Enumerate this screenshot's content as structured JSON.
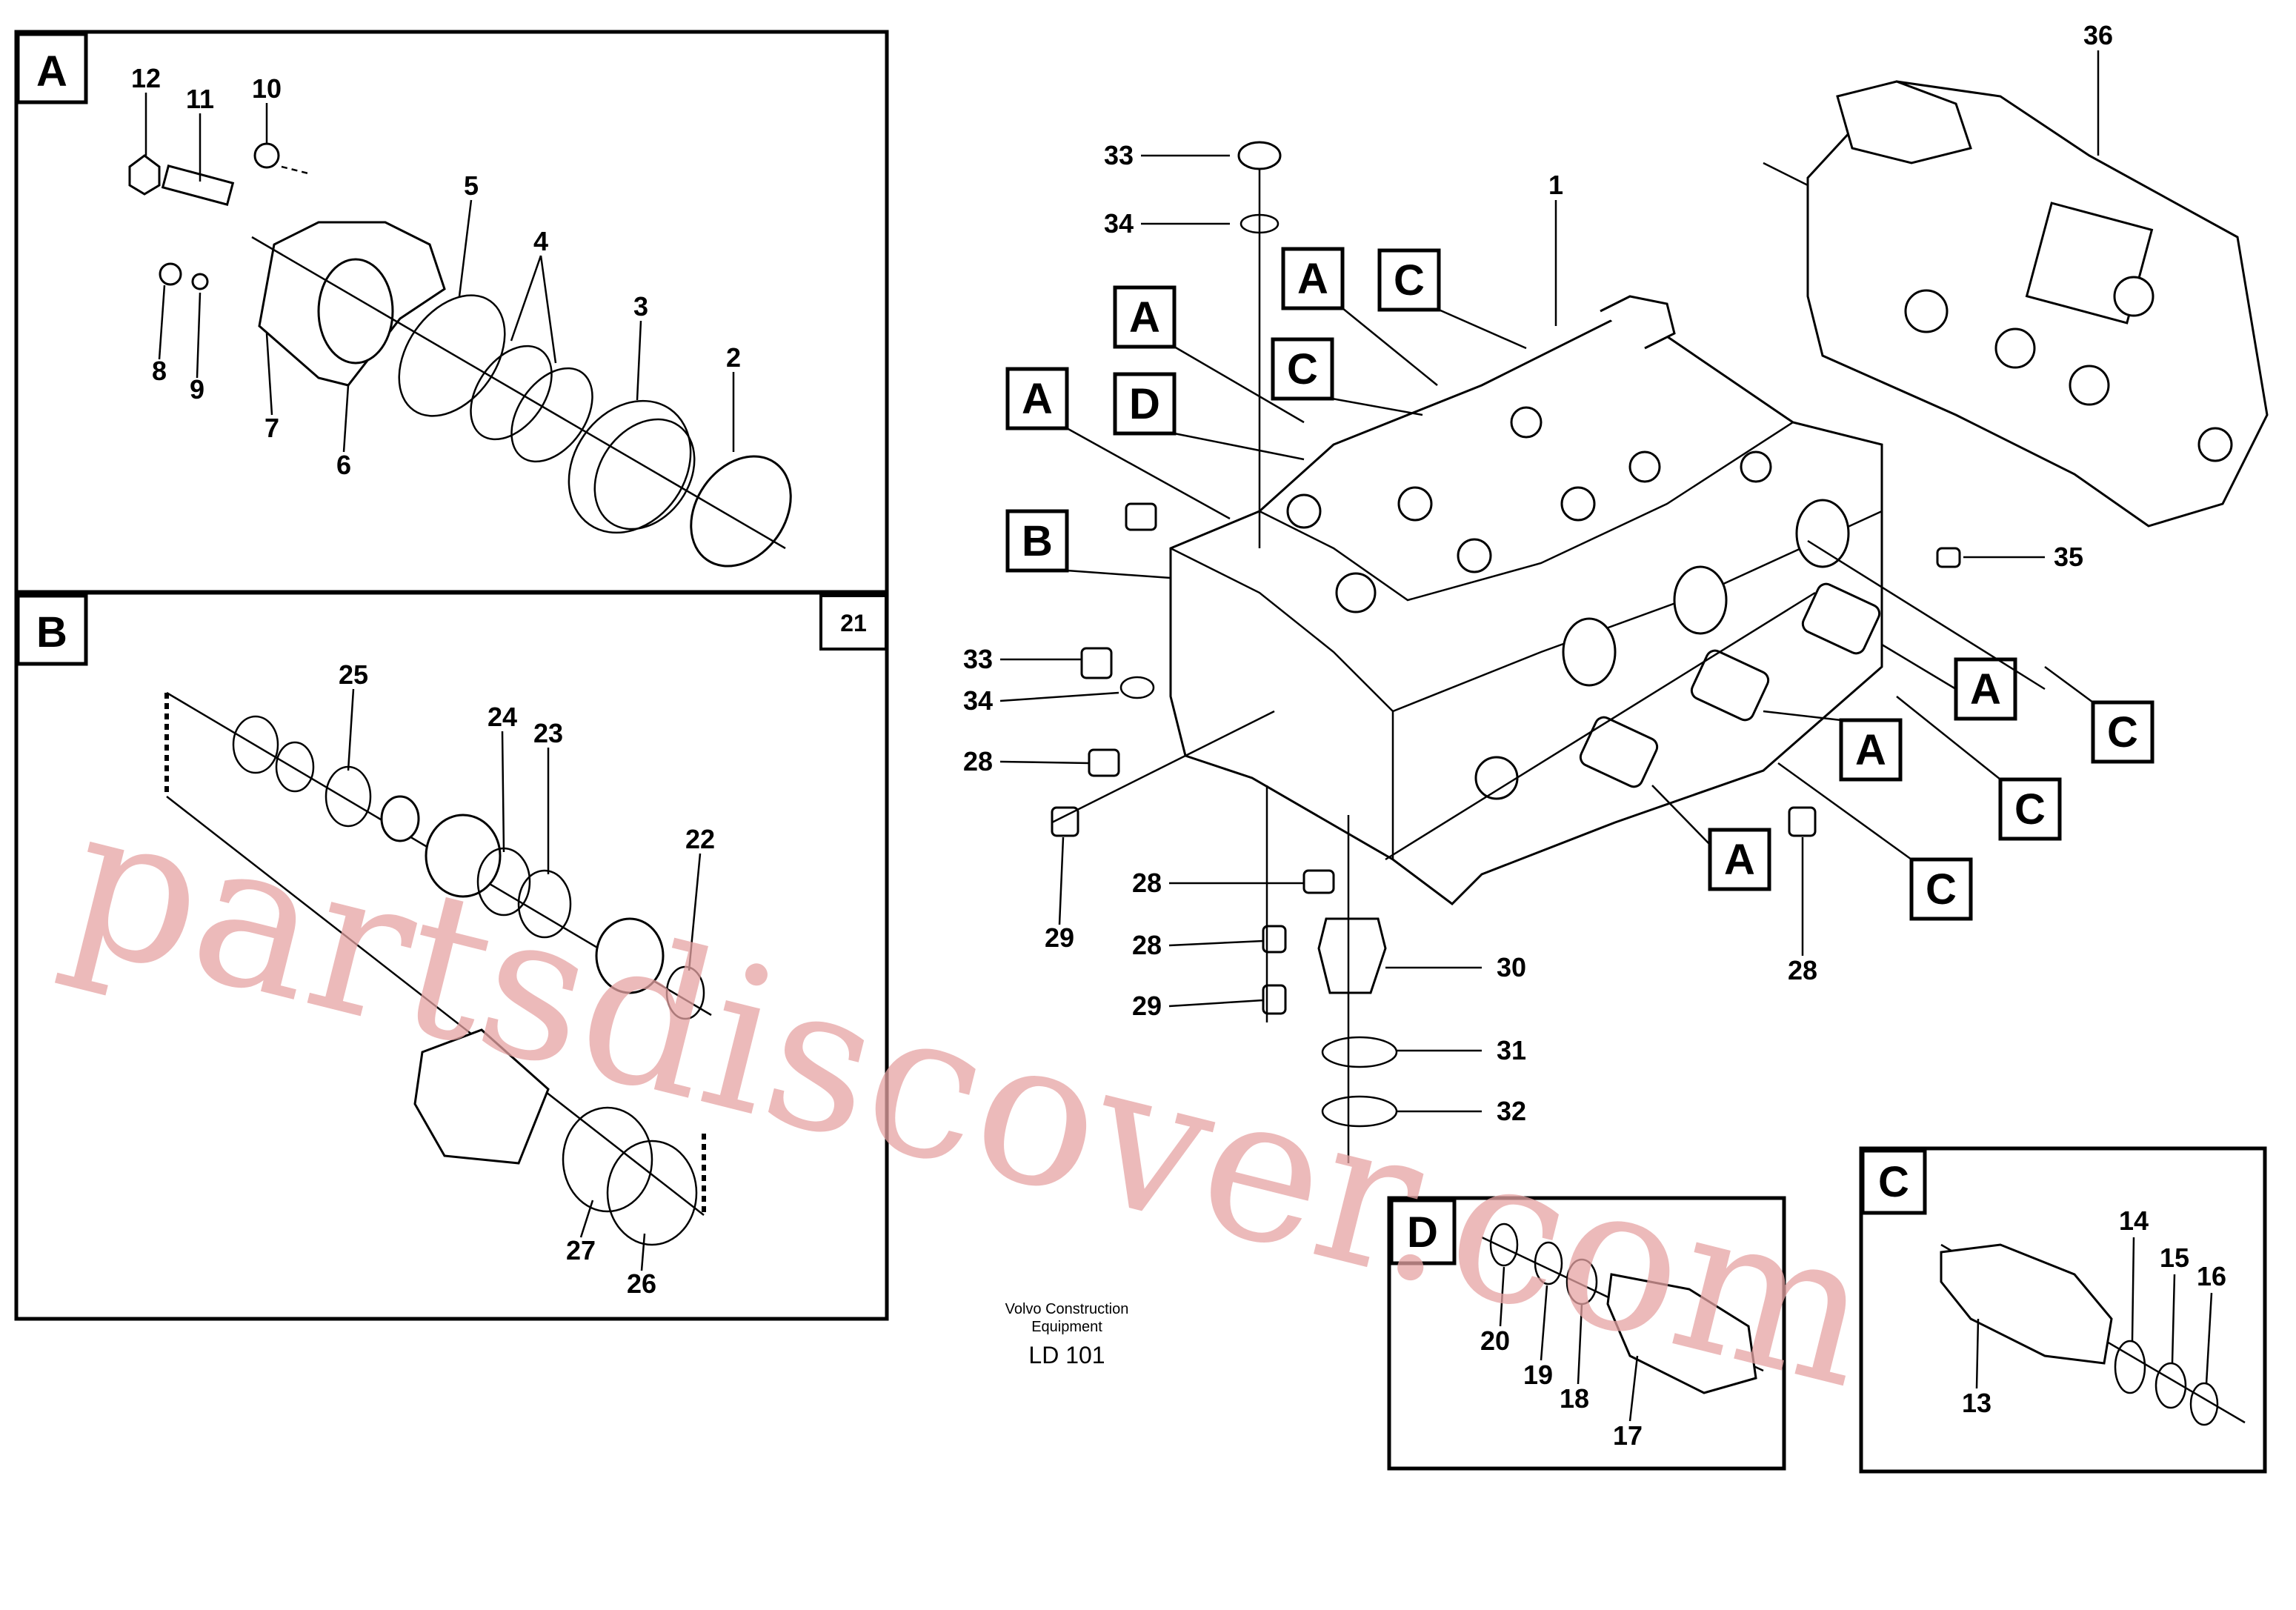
{
  "panels": {
    "A": {
      "label": "A"
    },
    "B": {
      "label": "B",
      "ref": "21"
    },
    "C": {
      "label": "C"
    },
    "D": {
      "label": "D"
    }
  },
  "callouts": {
    "a1": "A",
    "a2": "A",
    "a3": "A",
    "a4": "A",
    "a5": "A",
    "a6": "A",
    "b1": "B",
    "c1": "C",
    "c2": "C",
    "c3": "C",
    "c4": "C",
    "c5": "C",
    "d1": "D"
  },
  "part_numbers": {
    "p1": "1",
    "p2": "2",
    "p3": "3",
    "p4": "4",
    "p5": "5",
    "p6": "6",
    "p7": "7",
    "p8": "8",
    "p9": "9",
    "p10": "10",
    "p11": "11",
    "p12": "12",
    "p13": "13",
    "p14": "14",
    "p15": "15",
    "p16": "16",
    "p17": "17",
    "p18": "18",
    "p19": "19",
    "p20": "20",
    "p22": "22",
    "p23": "23",
    "p24": "24",
    "p25": "25",
    "p26": "26",
    "p27": "27",
    "p28a": "28",
    "p28b": "28",
    "p28c": "28",
    "p28d": "28",
    "p29a": "29",
    "p29b": "29",
    "p30": "30",
    "p31": "31",
    "p32": "32",
    "p33a": "33",
    "p33b": "33",
    "p34a": "34",
    "p34b": "34",
    "p35": "35",
    "p36": "36"
  },
  "footer": {
    "maker_line1": "Volvo Construction",
    "maker_line2": "Equipment",
    "code": "LD 101"
  },
  "watermark": "partsdiscover.com"
}
